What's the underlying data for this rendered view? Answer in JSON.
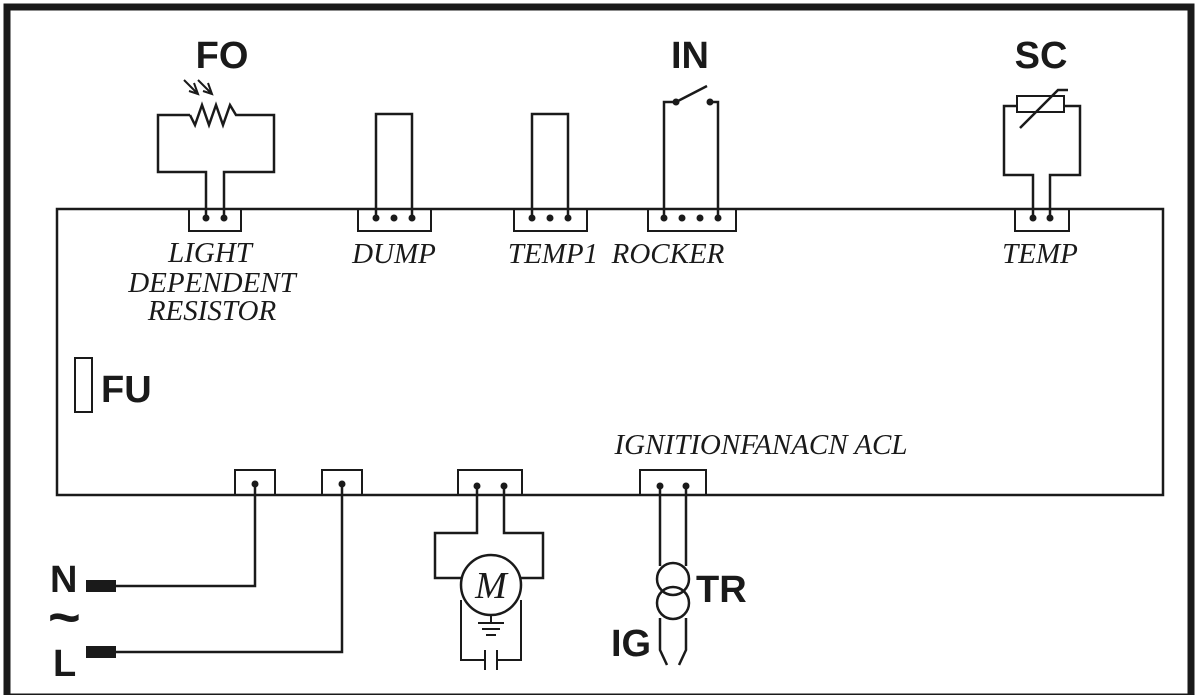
{
  "components": {
    "fo": "FO",
    "in": "IN",
    "sc": "SC",
    "fu": "FU",
    "tr": "TR",
    "ig": "IG",
    "motor": "M"
  },
  "connectors": {
    "ldr_line1": "LIGHT",
    "ldr_line2": "DEPENDENT",
    "ldr_line3": "RESISTOR",
    "dump": "DUMP",
    "temp1": "TEMP1",
    "rocker": "ROCKER",
    "temp": "TEMP",
    "bottom": "IGNITIONFANACN ACL"
  },
  "mains": {
    "neutral": "N",
    "live": "L",
    "ac_symbol": "~"
  }
}
